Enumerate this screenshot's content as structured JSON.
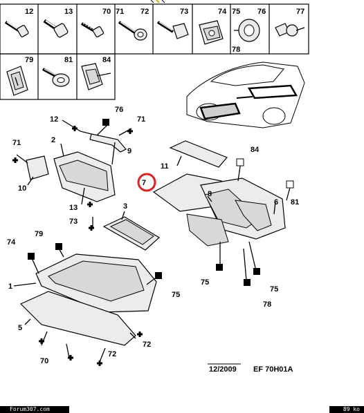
{
  "fastener_labels": {
    "c12": "12",
    "c13": "13",
    "c70": "70",
    "c71": "71",
    "c72": "72",
    "c73": "73",
    "c74": "74",
    "c75": "75",
    "c76": "76",
    "c77": "77",
    "c78": "78",
    "c79": "79",
    "c81": "81",
    "c84": "84"
  },
  "callouts": {
    "d1": "1",
    "d2": "2",
    "d3": "3",
    "d5": "5",
    "d6": "6",
    "d7": "7",
    "d8": "8",
    "d9": "9",
    "d10": "10",
    "d11": "11",
    "d12": "12",
    "d13": "13",
    "d70": "70",
    "d71a": "71",
    "d71b": "71",
    "d72a": "72",
    "d72b": "72",
    "d73": "73",
    "d74": "74",
    "d75a": "75",
    "d75b": "75",
    "d75c": "75",
    "d76": "76",
    "d78": "78",
    "d79": "79",
    "d81": "81",
    "d84": "84"
  },
  "date_code": "12/2009",
  "reference": "EF 70H01A",
  "footer": {
    "site": "Forum307.com",
    "size": "89 ko"
  },
  "colors": {
    "highlight_circle": "#e02020",
    "ink": "#000000"
  }
}
